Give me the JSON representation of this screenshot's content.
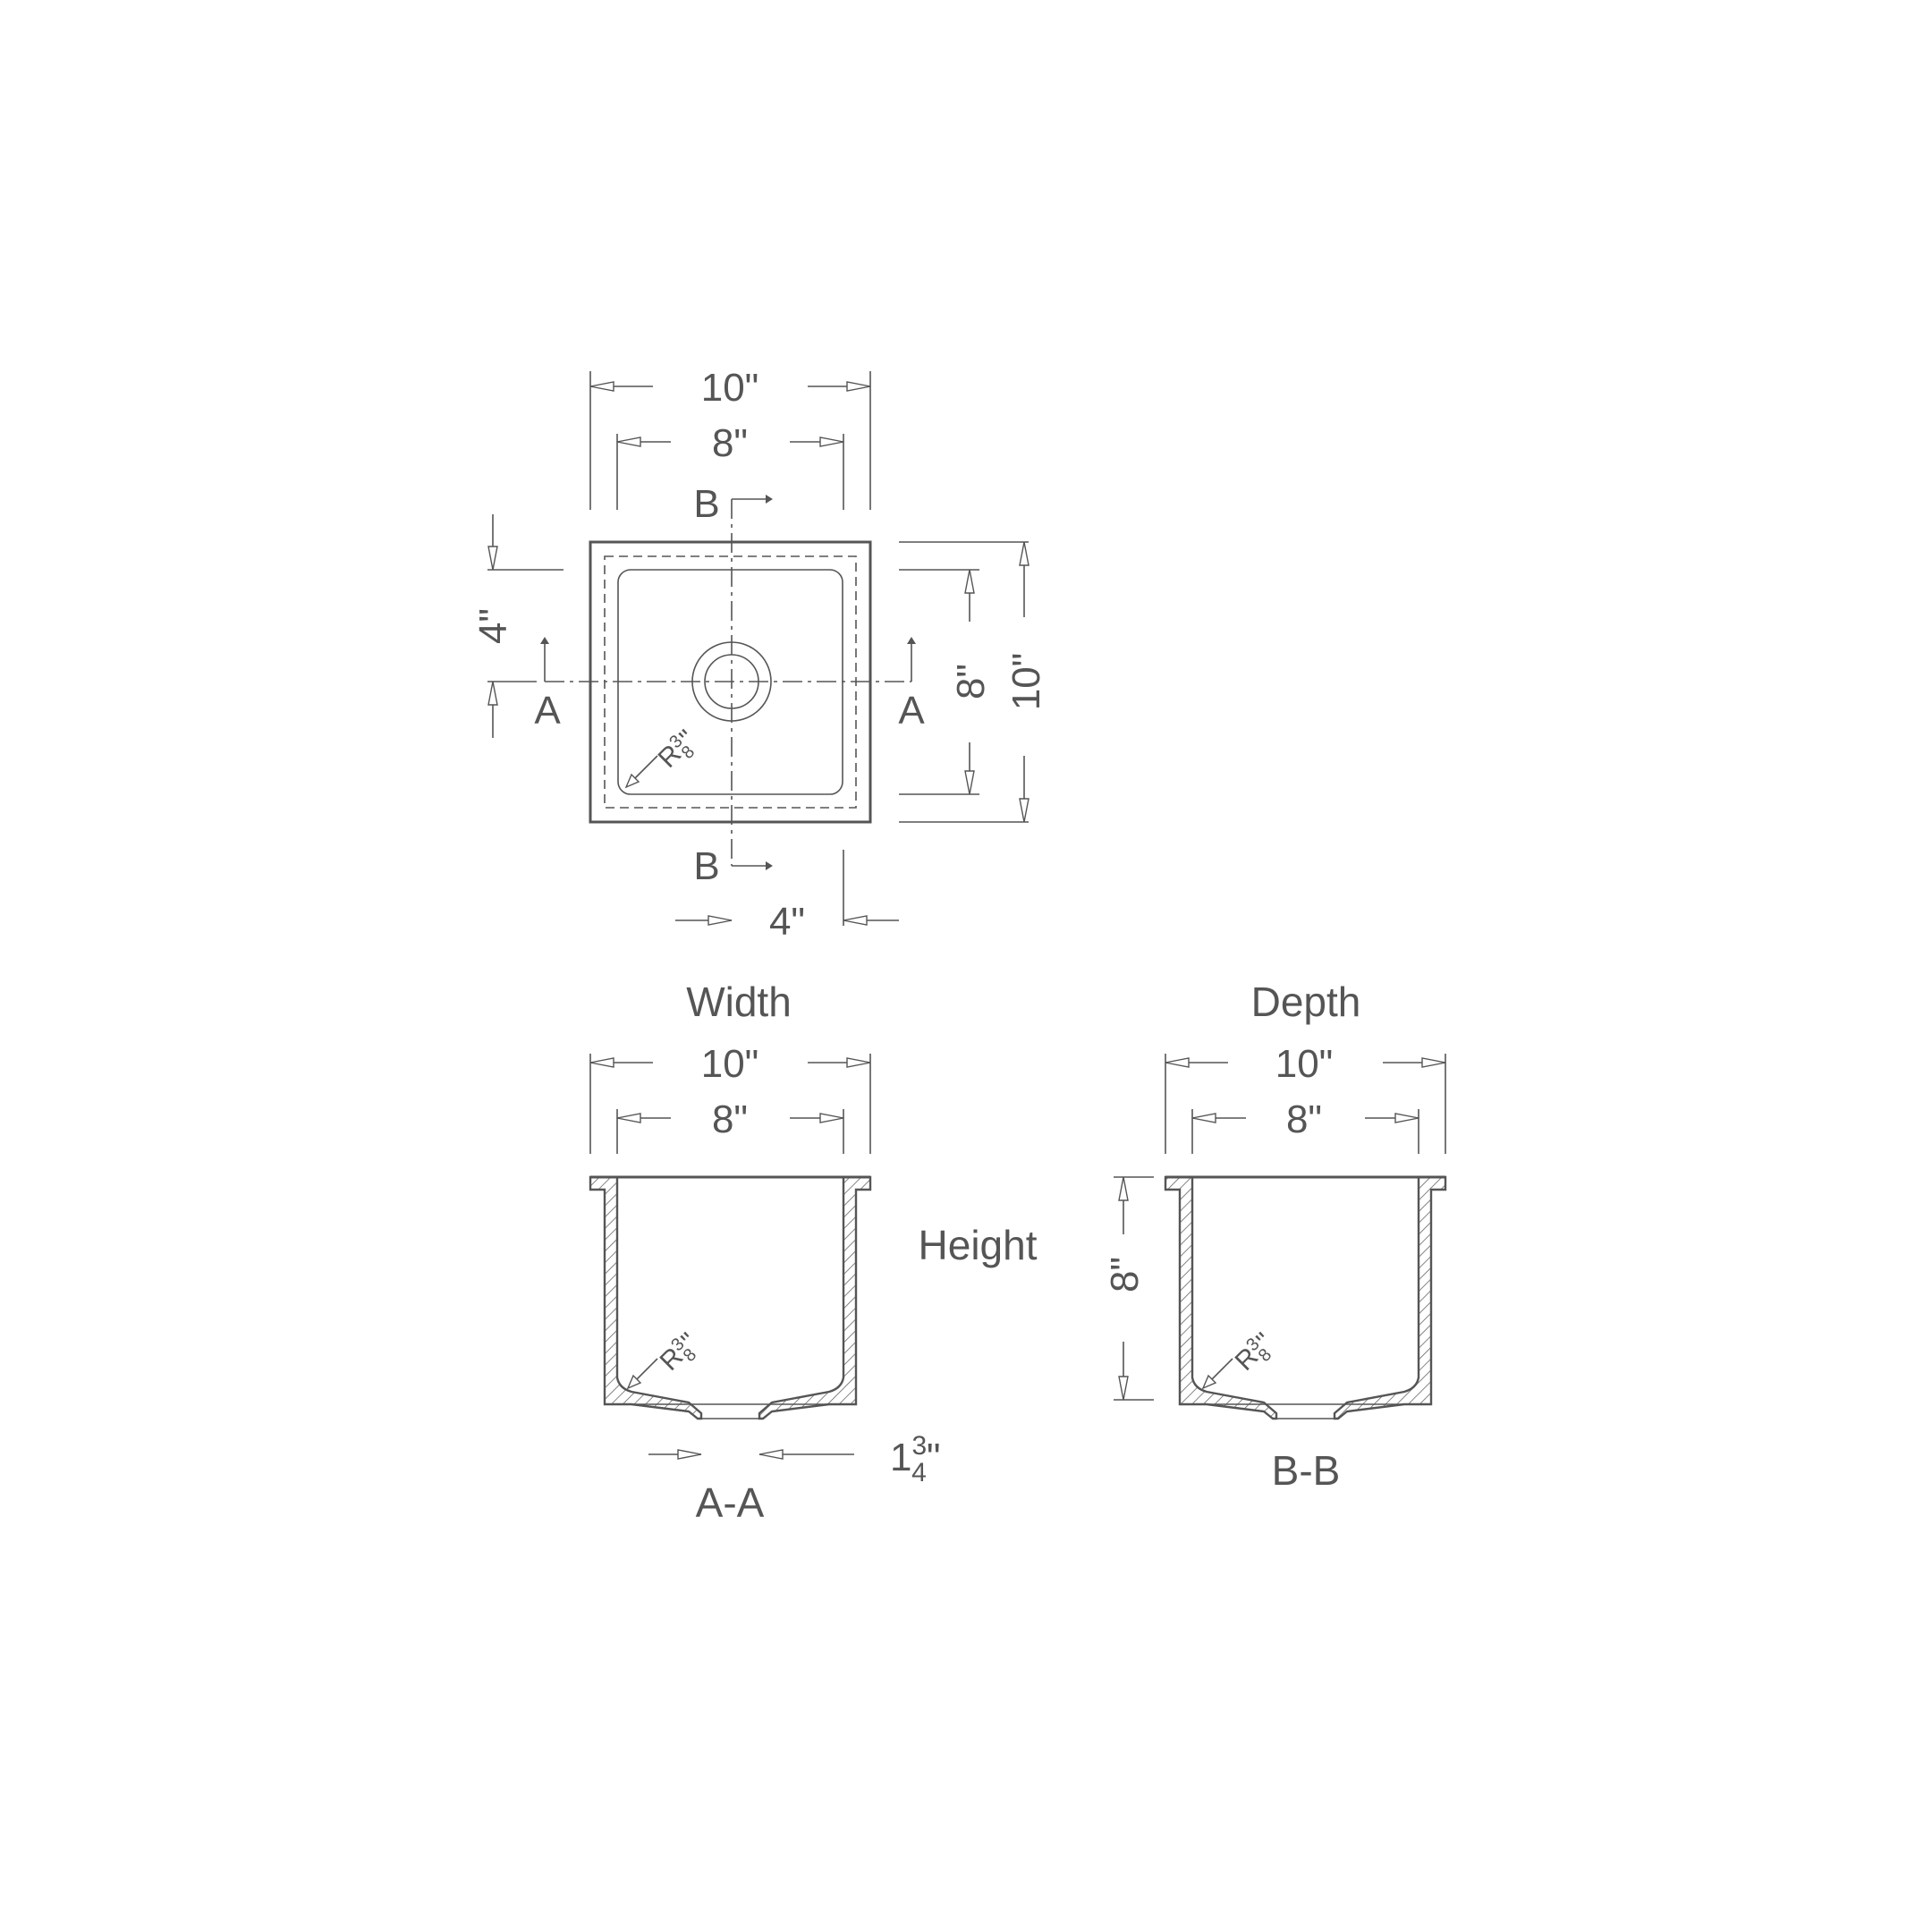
{
  "plan_view": {
    "overall_width": "10\"",
    "inner_width": "8\"",
    "overall_depth": "10\"",
    "inner_depth": "8\"",
    "drain_offset_y": "4\"",
    "drain_offset_x": "4\"",
    "section_a": "A",
    "section_b": "B",
    "corner_radius": "R3/8\""
  },
  "section_aa": {
    "heading": "Width",
    "overall_width": "10\"",
    "inner_width": "8\"",
    "drain_size": "1 3/4\"",
    "corner_radius": "R3/8\"",
    "caption": "A-A"
  },
  "height_label": "Height",
  "section_bb": {
    "heading": "Depth",
    "overall_depth": "10\"",
    "inner_depth": "8\"",
    "height": "8\"",
    "corner_radius": "R3/8\"",
    "caption": "B-B"
  }
}
